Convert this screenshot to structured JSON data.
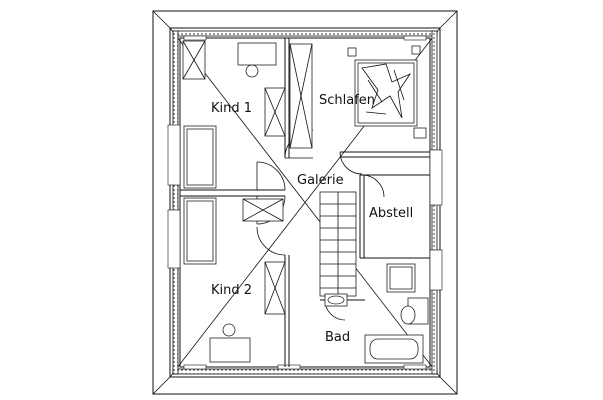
{
  "rooms": {
    "kind1": "Kind 1",
    "schlafen": "Schlafen",
    "galerie": "Galerie",
    "abstell": "Abstell",
    "kind2": "Kind 2",
    "bad": "Bad"
  }
}
